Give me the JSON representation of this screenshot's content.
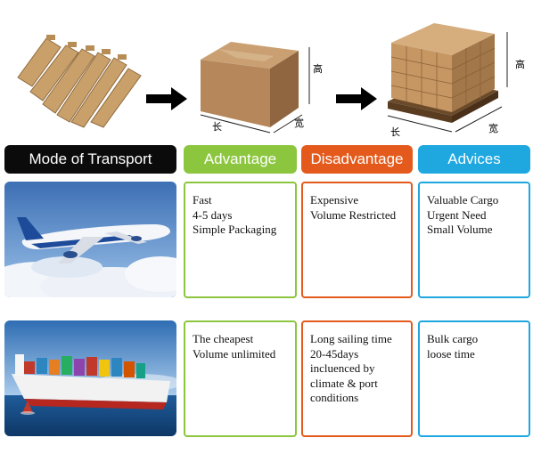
{
  "process": {
    "dims": {
      "height": "高",
      "length": "长",
      "width": "宽"
    }
  },
  "headers": {
    "mode": "Mode of Transport",
    "advantage": "Advantage",
    "disadvantage": "Disadvantage",
    "advices": "Advices"
  },
  "colors": {
    "mode": "#0b0b0b",
    "advantage": "#8cc63f",
    "disadvantage": "#e35a1c",
    "advices": "#1fa7df"
  },
  "rows": [
    {
      "mode": "air",
      "advantage": [
        "Fast",
        "4-5 days",
        "Simple Packaging"
      ],
      "disadvantage": [
        "Expensive",
        "Volume Restricted"
      ],
      "advices": [
        "Valuable Cargo",
        "Urgent Need",
        "Small Volume"
      ]
    },
    {
      "mode": "sea",
      "advantage": [
        "The cheapest",
        "Volume unlimited"
      ],
      "disadvantage": [
        "Long sailing time",
        "20-45days",
        "incluenced by",
        "climate & port",
        "conditions"
      ],
      "advices": [
        "Bulk cargo",
        "loose time"
      ]
    }
  ]
}
